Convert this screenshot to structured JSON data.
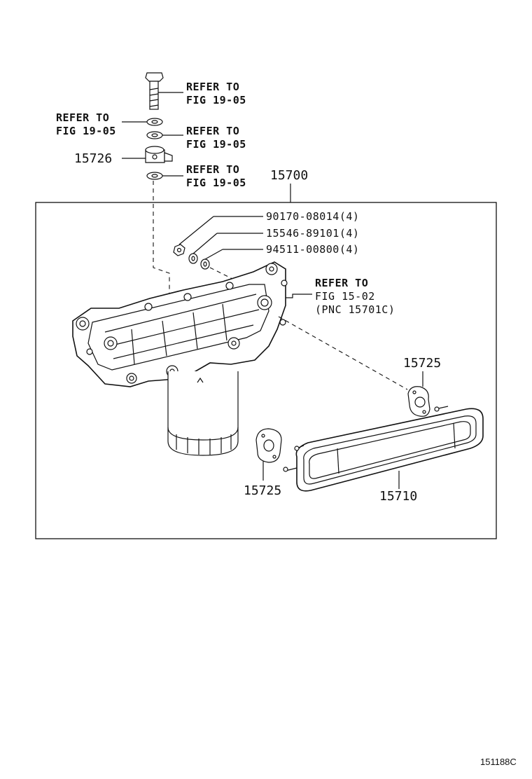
{
  "diagram": {
    "refer_labels": [
      {
        "line1": "REFER TO",
        "line2": "FIG 19-05"
      },
      {
        "line1": "REFER TO",
        "line2": "FIG 19-05"
      },
      {
        "line1": "REFER TO",
        "line2": "FIG 19-05"
      },
      {
        "line1": "REFER TO",
        "line2": "FIG 19-05"
      }
    ],
    "refer_cover": {
      "line1": "REFER TO",
      "line2": "FIG 15-02",
      "line3": "(PNC 15701C)"
    },
    "part_numbers": {
      "union_bolt": "15726",
      "assembly": "15700",
      "nut": "90170-08014(4)",
      "washer": "15546-89101(4)",
      "lock_washer": "94511-00800(4)",
      "gasket_right": "15725",
      "gasket_left": "15725",
      "cooler_element": "15710"
    },
    "figure_code": "151188C"
  }
}
